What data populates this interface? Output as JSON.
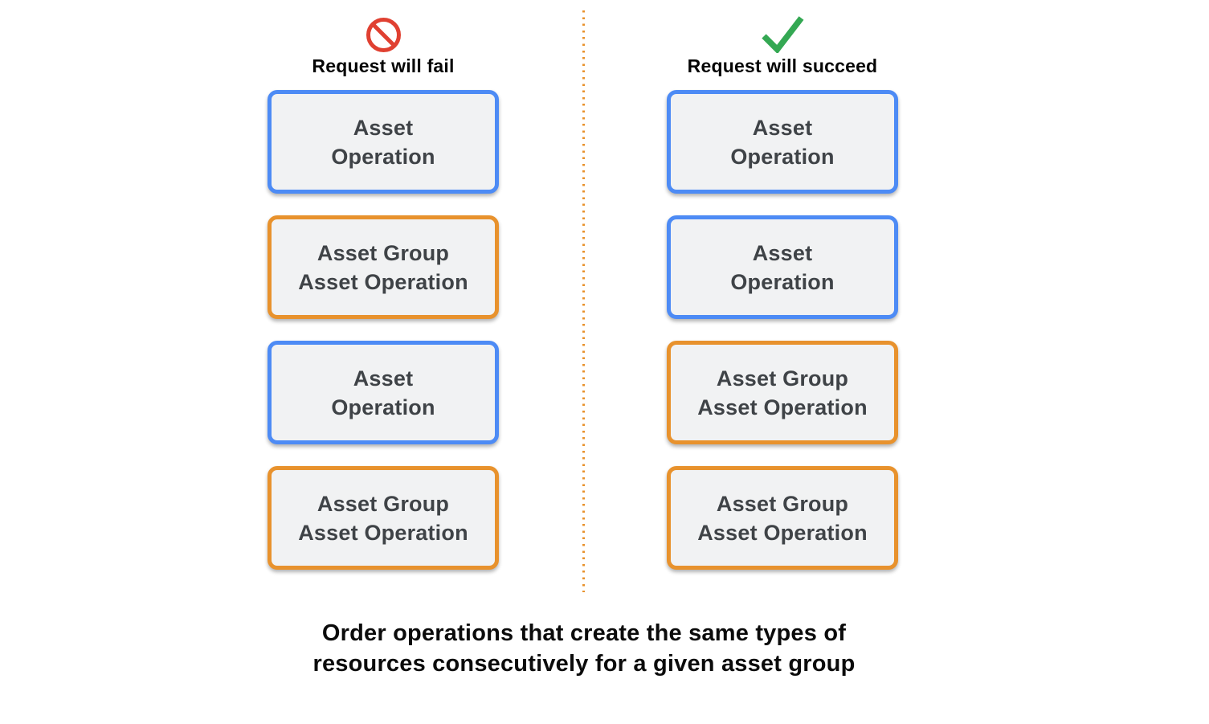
{
  "diagram": {
    "fail_column": {
      "icon": "prohibition-icon",
      "header": "Request will fail",
      "boxes": [
        {
          "type": "asset_operation",
          "border": "blue",
          "line1": "Asset",
          "line2": "Operation"
        },
        {
          "type": "asset_group_asset_operation",
          "border": "orange",
          "line1": "Asset Group",
          "line2": "Asset Operation"
        },
        {
          "type": "asset_operation",
          "border": "blue",
          "line1": "Asset",
          "line2": "Operation"
        },
        {
          "type": "asset_group_asset_operation",
          "border": "orange",
          "line1": "Asset Group",
          "line2": "Asset Operation"
        }
      ]
    },
    "success_column": {
      "icon": "checkmark-icon",
      "header": "Request will succeed",
      "boxes": [
        {
          "type": "asset_operation",
          "border": "blue",
          "line1": "Asset",
          "line2": "Operation"
        },
        {
          "type": "asset_operation",
          "border": "blue",
          "line1": "Asset",
          "line2": "Operation"
        },
        {
          "type": "asset_group_asset_operation",
          "border": "orange",
          "line1": "Asset Group",
          "line2": "Asset Operation"
        },
        {
          "type": "asset_group_asset_operation",
          "border": "orange",
          "line1": "Asset Group",
          "line2": "Asset Operation"
        }
      ]
    },
    "caption_line1": "Order operations that create the same types of",
    "caption_line2": "resources consecutively for a given asset group",
    "colors": {
      "blue_border": "#4D8BF5",
      "orange_border": "#E8922D",
      "box_fill": "#F1F2F3",
      "box_text": "#3F4347",
      "divider_orange": "#E8922D",
      "fail_red": "#E04031",
      "success_green": "#34A853",
      "heading_text": "#050505"
    }
  }
}
